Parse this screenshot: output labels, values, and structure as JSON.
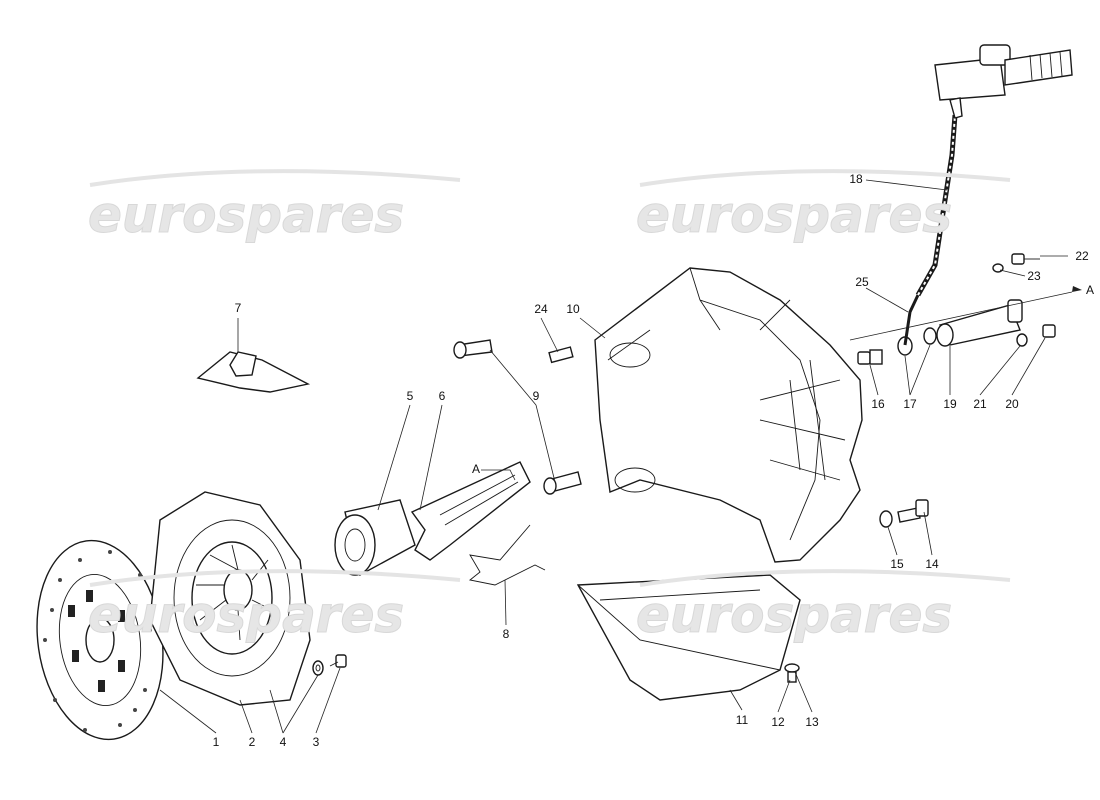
{
  "watermark": "eurospares",
  "labels": {
    "p1": "1",
    "p2": "2",
    "p3": "3",
    "p4": "4",
    "p5": "5",
    "p6": "6",
    "p7": "7",
    "p8": "8",
    "p9": "9",
    "p10": "10",
    "p11": "11",
    "p12": "12",
    "p13": "13",
    "p14": "14",
    "p15": "15",
    "p16": "16",
    "p17": "17",
    "p18": "18",
    "p19": "19",
    "p20": "20",
    "p21": "21",
    "p22": "22",
    "p23": "23",
    "p24": "24",
    "p25": "25",
    "a1": "A",
    "a2": "A"
  },
  "colors": {
    "line": "#1a1a1a",
    "watermark": "#e6e6e6"
  }
}
